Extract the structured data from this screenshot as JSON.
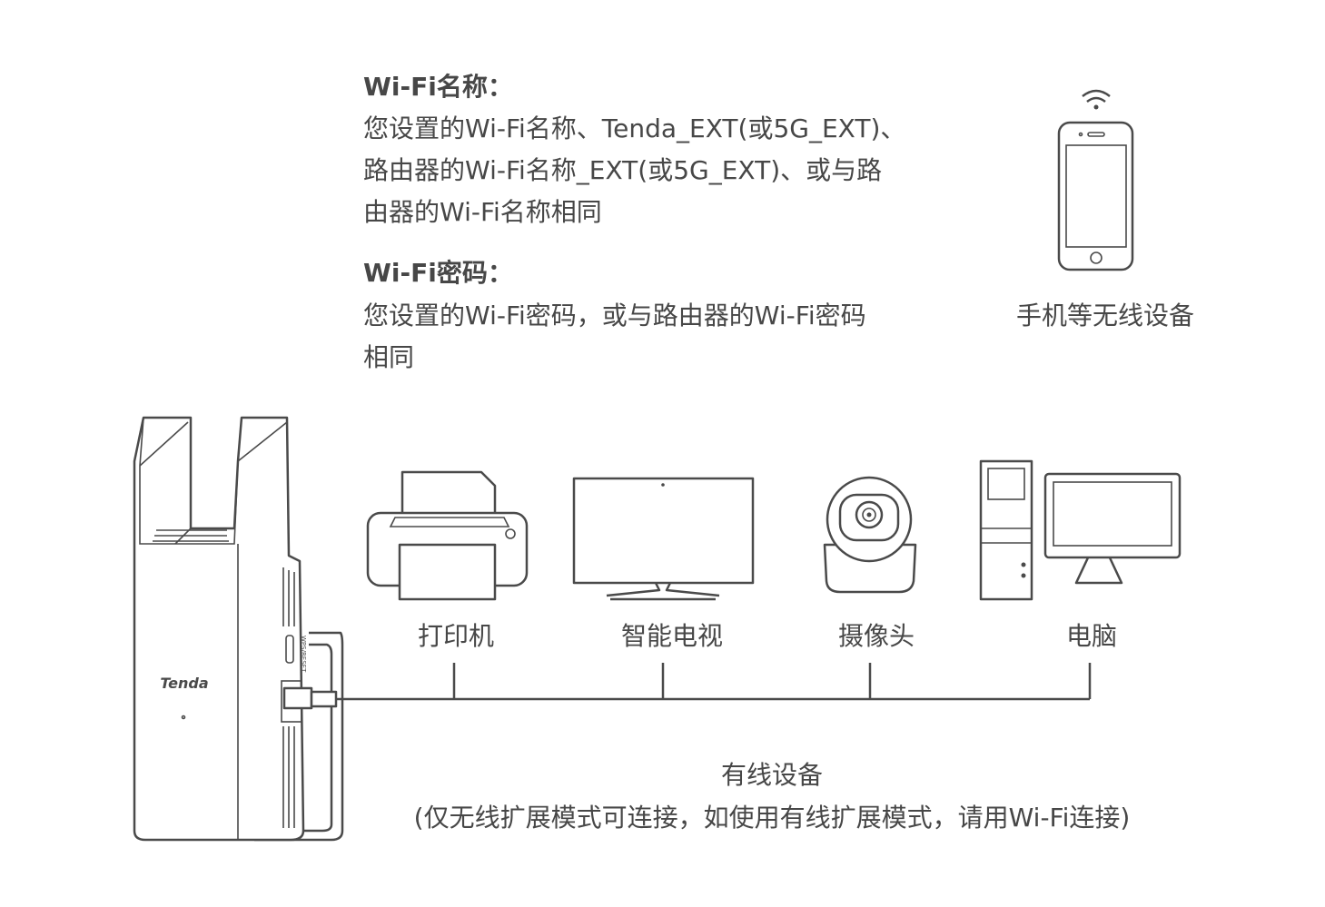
{
  "wifi_name": {
    "title": "Wi-Fi名称：",
    "lines": [
      "您设置的Wi-Fi名称、Tenda_EXT(或5G_EXT)、",
      "路由器的Wi-Fi名称_EXT(或5G_EXT)、或与路",
      "由器的Wi-Fi名称相同"
    ]
  },
  "wifi_password": {
    "title": "Wi-Fi密码：",
    "lines": [
      "您设置的Wi-Fi密码，或与路由器的Wi-Fi密码",
      "相同"
    ]
  },
  "wireless_device": {
    "label": "手机等无线设备"
  },
  "extender": {
    "brand": "Tenda",
    "button_label": "WPS/RESET"
  },
  "wired_devices": [
    {
      "label": "打印机",
      "icon": "printer-icon"
    },
    {
      "label": "智能电视",
      "icon": "tv-icon"
    },
    {
      "label": "摄像头",
      "icon": "camera-icon"
    },
    {
      "label": "电脑",
      "icon": "computer-icon"
    }
  ],
  "wired_note": {
    "title": "有线设备",
    "detail": "(仅无线扩展模式可连接，如使用有线扩展模式，请用Wi-Fi连接)"
  }
}
